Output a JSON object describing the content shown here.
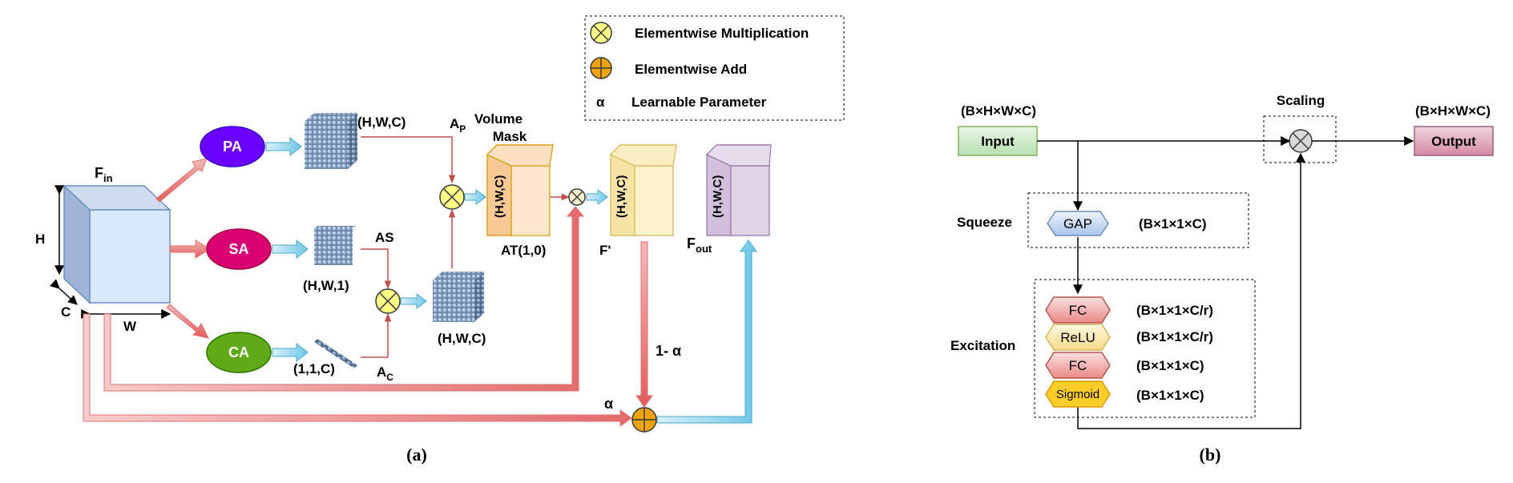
{
  "legend": {
    "multiplication": "Elementwise Multiplication",
    "add": "Elementwise Add",
    "alpha_symbol": "α",
    "parameter": "Learnable Parameter"
  },
  "panel_a": {
    "caption": "(a)",
    "input_main": "F",
    "input_sub": "in",
    "dim_h": "H",
    "dim_w": "W",
    "dim_c": "C",
    "nodes": {
      "pa": "PA",
      "sa": "SA",
      "ca": "CA"
    },
    "shapes": {
      "pa_out": "(H,W,C)",
      "sa_out": "(H,W,1)",
      "ca_out": "(1,1,C)",
      "fused": "(H,W,C)"
    },
    "ap_main": "A",
    "ap_sub": "P",
    "as": "AS",
    "ac_main": "A",
    "ac_sub": "C",
    "volume_mask_line1": "Volume",
    "volume_mask_line2": "Mask",
    "volume_dims": "(H,W,C)",
    "at": "AT(1,0)",
    "fprime_dims": "(H,W,C)",
    "fprime": "F'",
    "fout_dims": "(H,W,C)",
    "fout_main": "F",
    "fout_sub": "out",
    "one_minus_alpha": "1- α",
    "alpha": "α"
  },
  "panel_b": {
    "caption": "(b)",
    "input_shape": "(B×H×W×C)",
    "input": "Input",
    "scaling": "Scaling",
    "output_shape": "(B×H×W×C)",
    "output": "Output",
    "squeeze": "Squeeze",
    "gap": "GAP",
    "gap_shape": "(B×1×1×C)",
    "excitation": "Excitation",
    "layers": [
      {
        "name": "FC",
        "shape": "(B×1×1×C/r)"
      },
      {
        "name": "ReLU",
        "shape": "(B×1×1×C/r)"
      },
      {
        "name": "FC",
        "shape": "(B×1×1×C)"
      },
      {
        "name": "Sigmoid",
        "shape": "(B×1×1×C)"
      }
    ]
  },
  "colors": {
    "pa": "#6a00ff",
    "sa": "#d80073",
    "ca": "#60a917",
    "red_arrow": "#e06666",
    "blue_arrow": "#6ec6e6",
    "input_cube": "#dae8fc",
    "volume_mask": "#ffe6cc",
    "fprime_cube": "#fff2cc",
    "fout_cube": "#e1d5e7",
    "input_box": "#d5e8d4",
    "output_box": "#e6b8c8",
    "fc": "#f8cecc",
    "relu": "#fff2cc",
    "sigmoid": "#ffcd28",
    "gap": "#dae8fc"
  }
}
